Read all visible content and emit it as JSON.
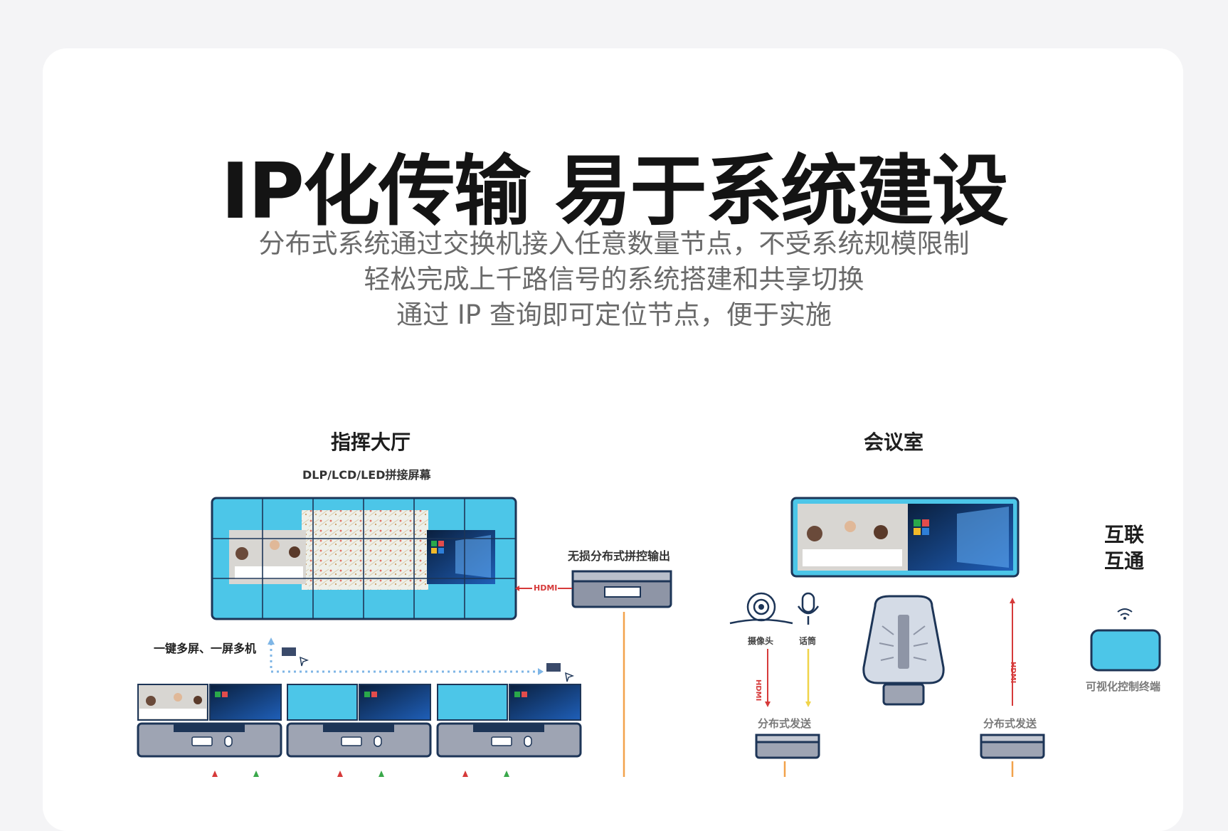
{
  "title": "IP化传输 易于系统建设",
  "subtitle_lines": [
    "分布式系统通过交换机接入任意数量节点，不受系统规模限制",
    "轻松完成上千路信号的系统搭建和共享切换",
    "通过 IP 查询即可定位节点，便于实施"
  ],
  "command_hall": {
    "title": "指挥大厅",
    "screen_label": "DLP/LCD/LED拼接屏幕",
    "output_label": "无损分布式拼控输出",
    "hdmi_label": "HDMI",
    "kvm_label": "一键多屏、一屏多机"
  },
  "meeting_room": {
    "title": "会议室",
    "camera_label": "摄像头",
    "mic_label": "话筒",
    "hdmi_label_left": "HDMI",
    "hdmi_label_right": "HDMI",
    "sender_label_left": "分布式发送",
    "sender_label_right": "分布式发送"
  },
  "interconnect": {
    "title_line1": "互联",
    "title_line2": "互通",
    "terminal_label": "可视化控制终端"
  },
  "colors": {
    "screen_blue": "#4cc6e8",
    "frame_navy": "#1d3557",
    "hdmi_red": "#d63a3a",
    "audio_yellow": "#f0d44a",
    "network_orange": "#f2a24b",
    "dotted_blue": "#7fb6e6"
  }
}
